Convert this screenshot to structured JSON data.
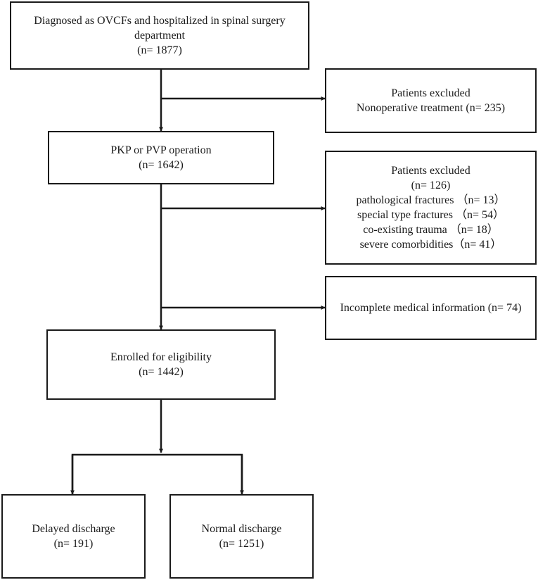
{
  "boxes": {
    "diagnosed": {
      "line1": "Diagnosed as OVCFs and hospitalized in spinal surgery department",
      "line2": "(n= 1877)"
    },
    "excluded_nonoperative": {
      "line1": "Patients excluded",
      "line2": "Nonoperative treatment (n= 235)"
    },
    "operation": {
      "line1": "PKP or PVP operation",
      "line2": "(n= 1642)"
    },
    "excluded_details": {
      "title": "Patients excluded",
      "count": "(n= 126)",
      "items": [
        "pathological fractures （n= 13）",
        "special type fractures （n= 54）",
        "co-existing trauma （n= 18）",
        "severe comorbidities（n= 41）"
      ]
    },
    "incomplete": {
      "line1": "Incomplete medical information (n= 74)"
    },
    "enrolled": {
      "line1": "Enrolled for eligibility",
      "line2": "(n= 1442)"
    },
    "delayed": {
      "line1": "Delayed discharge",
      "line2": "(n= 191)"
    },
    "normal": {
      "line1": "Normal discharge",
      "line2": "(n= 1251)"
    }
  }
}
